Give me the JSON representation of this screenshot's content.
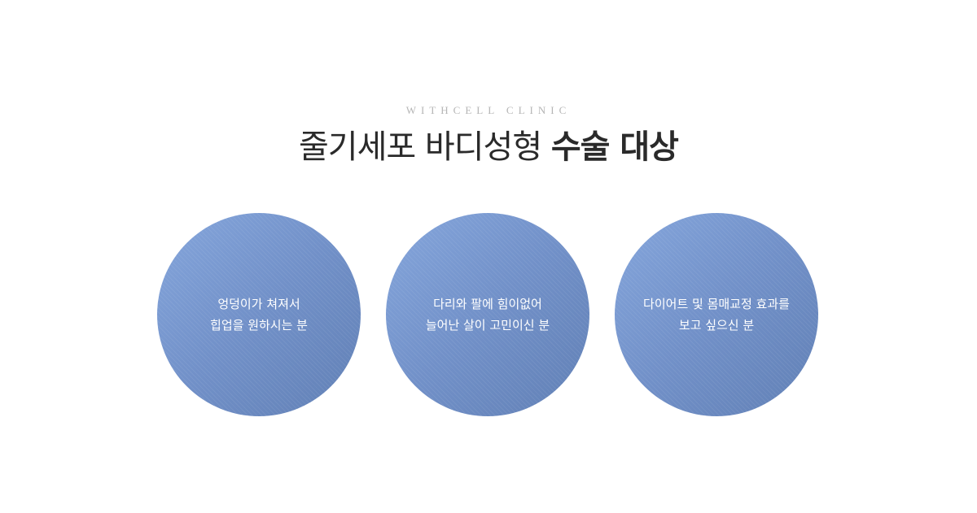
{
  "header": {
    "subtitle": "WITHCELL CLINIC",
    "title_light": "줄기세포 바디성형 ",
    "title_bold": "수술 대상"
  },
  "targets": [
    {
      "line1": "엉덩이가 쳐져서",
      "line2": "힙업을 원하시는 분"
    },
    {
      "line1": "다리와 팔에 힘이없어",
      "line2": "늘어난 살이 고민이신 분"
    },
    {
      "line1": "다이어트 및 몸매교정 효과를",
      "line2": "보고 싶으신 분"
    }
  ],
  "colors": {
    "circle_start": "#85a6dc",
    "circle_end": "#6180b5"
  }
}
